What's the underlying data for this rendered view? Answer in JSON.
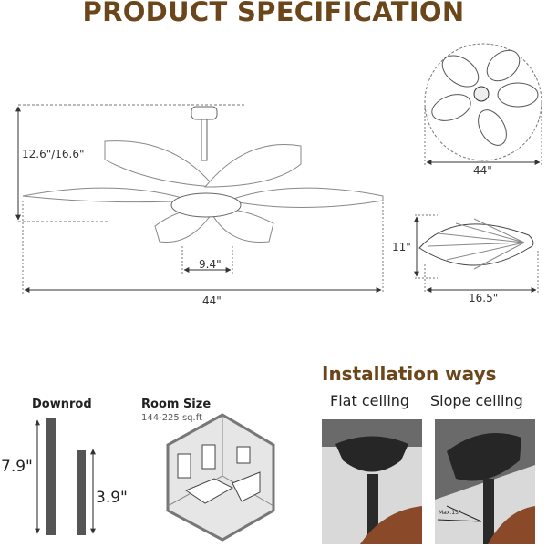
{
  "title": "PRODUCT SPECIFICATION",
  "dimensions": {
    "height": "12.6\"/16.6\"",
    "span_side": "44\"",
    "light_kit": "9.4\"",
    "span_top": "44\"",
    "blade_width": "11\"",
    "blade_length": "16.5\""
  },
  "downrod": {
    "label": "Downrod",
    "long": "7.9\"",
    "short": "3.9\""
  },
  "room": {
    "label": "Room Size",
    "value": "144-225 sq.ft"
  },
  "installation": {
    "title": "Installation ways",
    "flat": "Flat ceiling",
    "slope": "Slope ceiling",
    "max_angle": "Max.15°"
  },
  "colors": {
    "brand": "#6b461a",
    "wood": "#8a4a2a",
    "metal": "#2a2a2a"
  }
}
